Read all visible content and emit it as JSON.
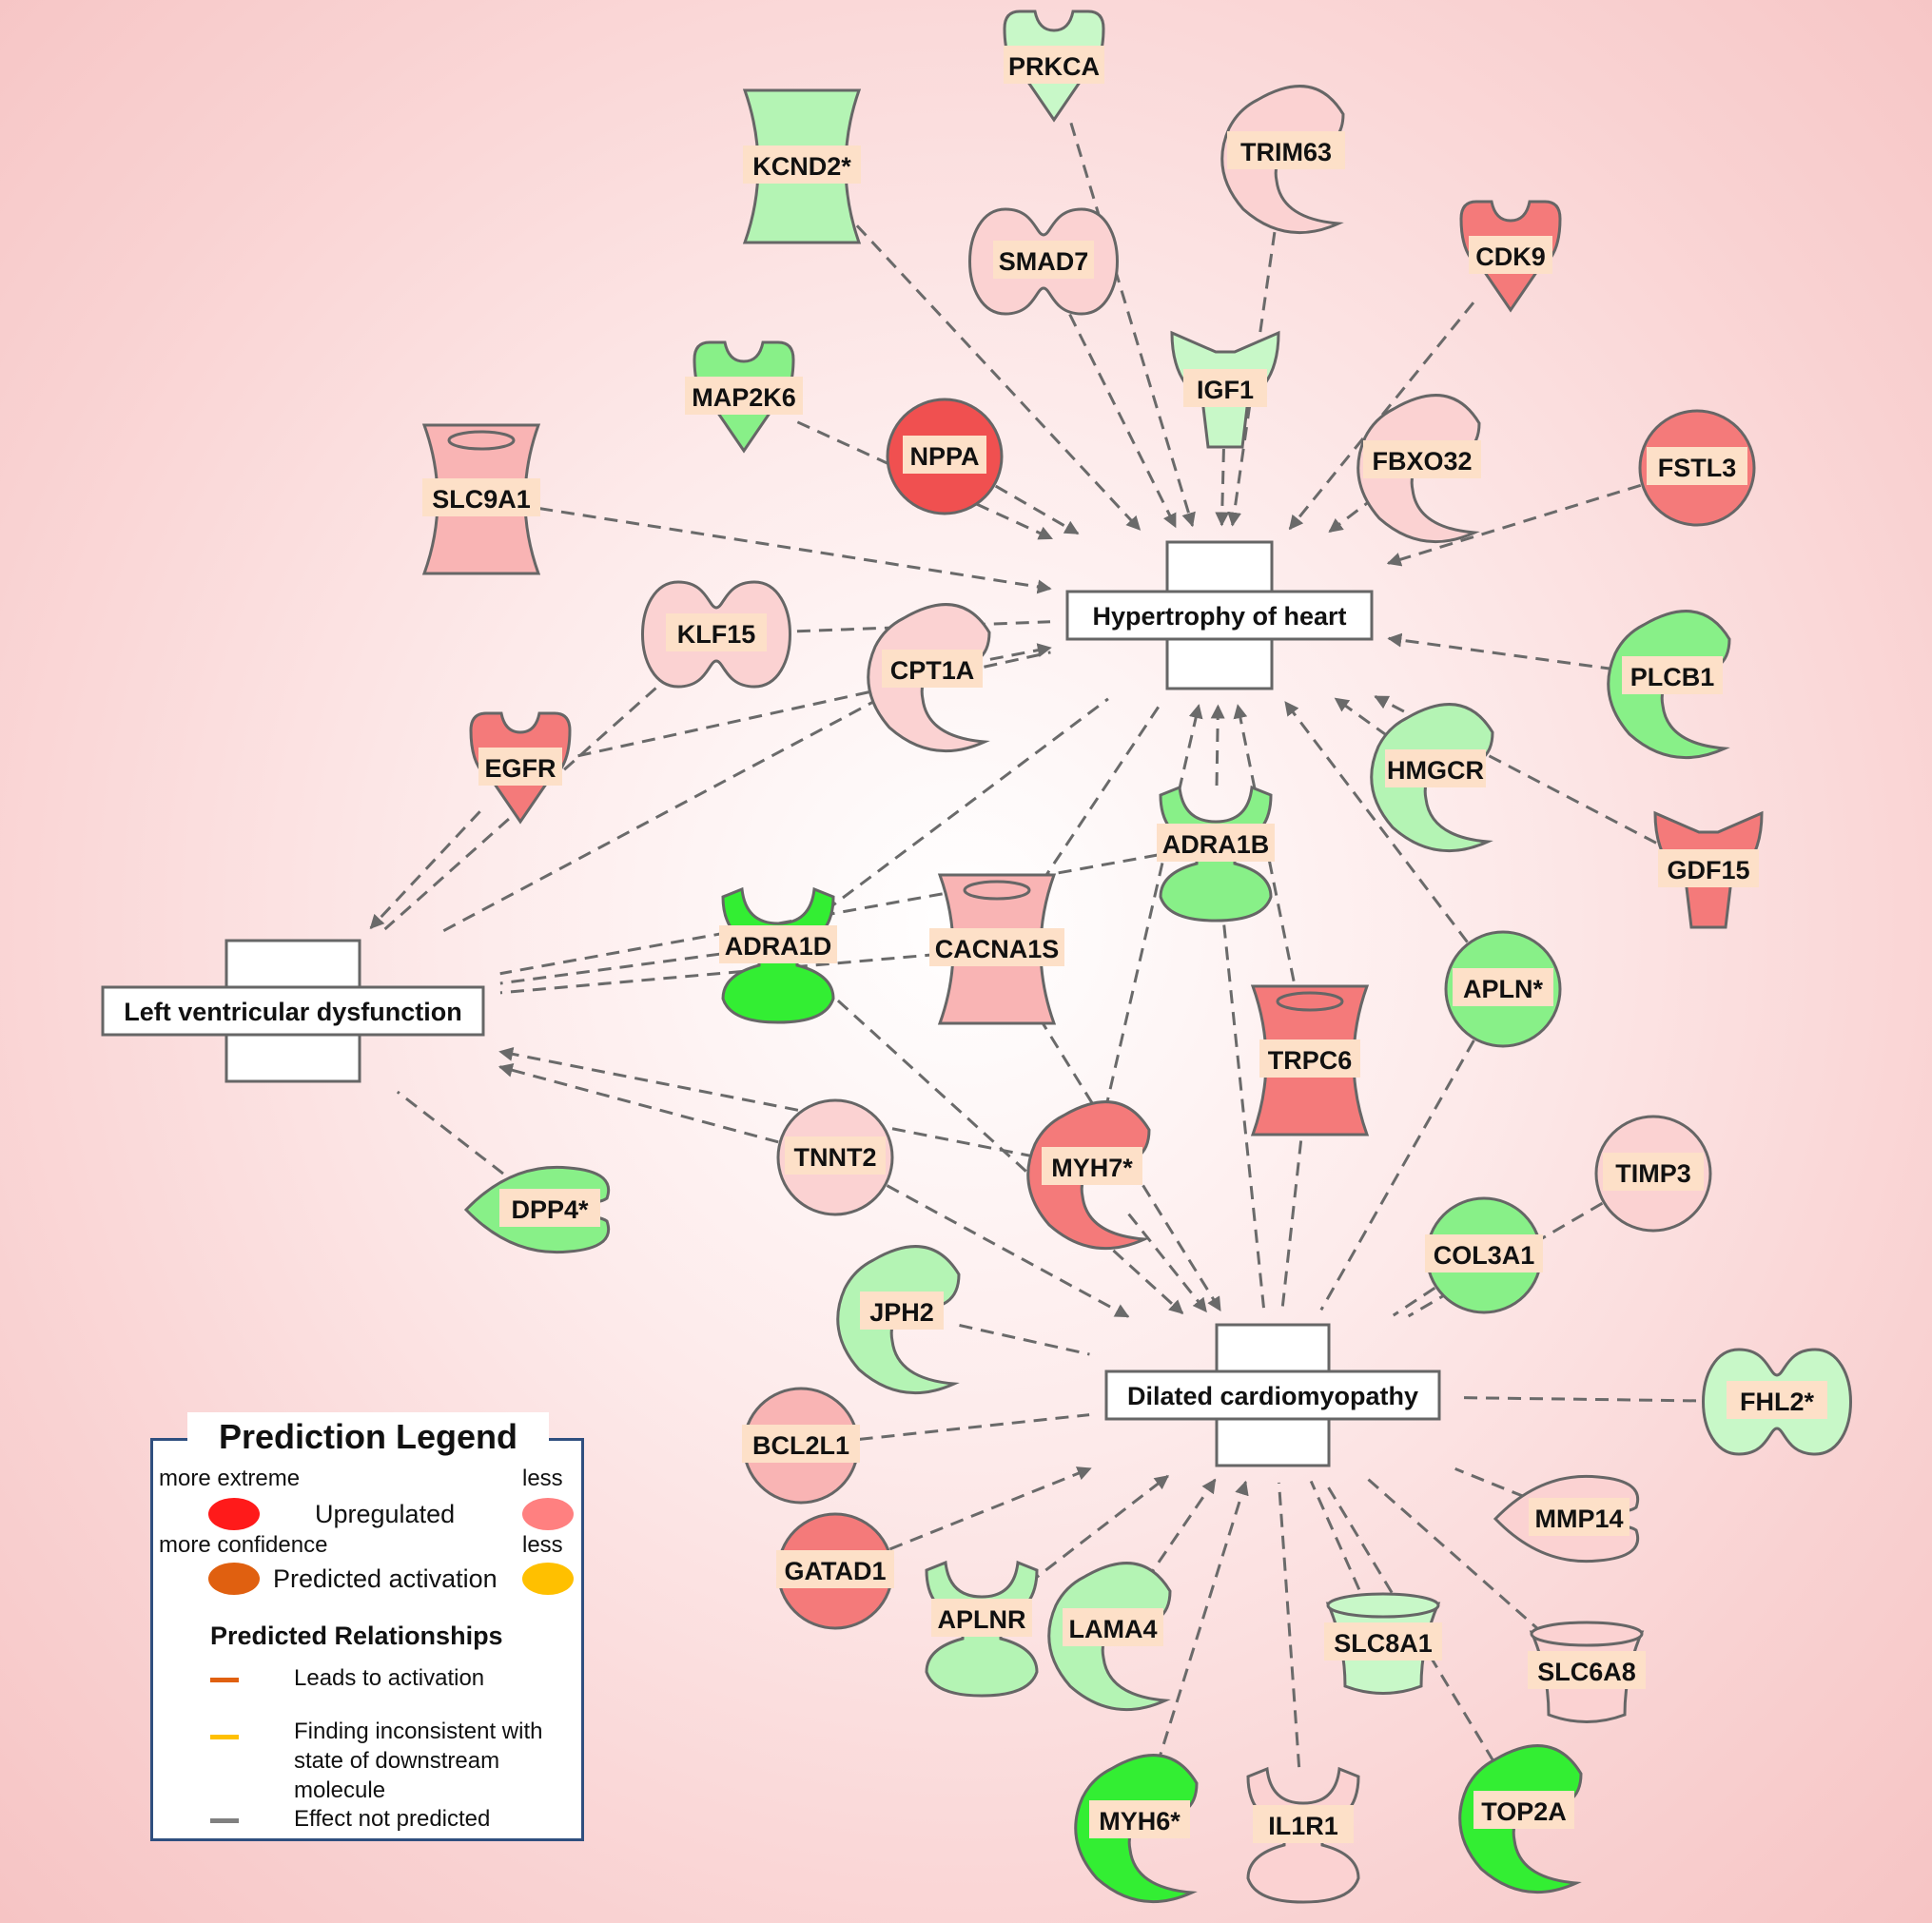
{
  "colors": {
    "red_strong": "#f05050",
    "red_mid": "#f47a7a",
    "red_light": "#f9b4b4",
    "pink_pale": "#fbd2d2",
    "green_strong": "#33ee33",
    "green_mid": "#88f088",
    "green_light": "#b4f4b4",
    "green_pale": "#c8f8c8",
    "label_bg": "#fde0c8",
    "edge": "#6a6a6a"
  },
  "function_nodes": [
    {
      "id": "hypertrophy",
      "label": "Hypertrophy of heart"
    },
    {
      "id": "lvd",
      "label": "Left ventricular dysfunction"
    },
    {
      "id": "dcm",
      "label": "Dilated cardiomyopathy"
    }
  ],
  "molecules": [
    {
      "id": "PRKCA",
      "label": "PRKCA",
      "shape": "kinase",
      "color": "green_pale"
    },
    {
      "id": "KCND2",
      "label": "KCND2*",
      "shape": "channel",
      "color": "green_light"
    },
    {
      "id": "TRIM63",
      "label": "TRIM63",
      "shape": "enzyme",
      "color": "pink_pale"
    },
    {
      "id": "SMAD7",
      "label": "SMAD7",
      "shape": "peanut",
      "color": "pink_pale"
    },
    {
      "id": "CDK9",
      "label": "CDK9",
      "shape": "kinase",
      "color": "red_mid"
    },
    {
      "id": "MAP2K6",
      "label": "MAP2K6",
      "shape": "kinase",
      "color": "green_mid"
    },
    {
      "id": "IGF1",
      "label": "IGF1",
      "shape": "vshape",
      "color": "green_pale"
    },
    {
      "id": "NPPA",
      "label": "NPPA",
      "shape": "circle",
      "color": "red_strong"
    },
    {
      "id": "FBXO32",
      "label": "FBXO32",
      "shape": "enzyme",
      "color": "pink_pale"
    },
    {
      "id": "FSTL3",
      "label": "FSTL3",
      "shape": "circle",
      "color": "red_mid"
    },
    {
      "id": "SLC9A1",
      "label": "SLC9A1",
      "shape": "transporter",
      "color": "red_light"
    },
    {
      "id": "KLF15",
      "label": "KLF15",
      "shape": "peanut",
      "color": "pink_pale"
    },
    {
      "id": "CPT1A",
      "label": "CPT1A",
      "shape": "enzyme",
      "color": "pink_pale"
    },
    {
      "id": "PLCB1",
      "label": "PLCB1",
      "shape": "enzyme",
      "color": "green_mid"
    },
    {
      "id": "EGFR",
      "label": "EGFR",
      "shape": "kinase",
      "color": "red_mid"
    },
    {
      "id": "HMGCR",
      "label": "HMGCR",
      "shape": "enzyme",
      "color": "green_light"
    },
    {
      "id": "ADRA1B",
      "label": "ADRA1B",
      "shape": "receptor",
      "color": "green_mid"
    },
    {
      "id": "GDF15",
      "label": "GDF15",
      "shape": "vshape",
      "color": "red_mid"
    },
    {
      "id": "ADRA1D",
      "label": "ADRA1D",
      "shape": "receptor",
      "color": "green_strong"
    },
    {
      "id": "CACNA1S",
      "label": "CACNA1S",
      "shape": "transporter",
      "color": "red_light"
    },
    {
      "id": "APLN",
      "label": "APLN*",
      "shape": "circle",
      "color": "green_mid"
    },
    {
      "id": "TRPC6",
      "label": "TRPC6",
      "shape": "transporter",
      "color": "red_mid"
    },
    {
      "id": "TNNT2",
      "label": "TNNT2",
      "shape": "circle",
      "color": "pink_pale"
    },
    {
      "id": "MYH7",
      "label": "MYH7*",
      "shape": "enzyme",
      "color": "red_mid"
    },
    {
      "id": "TIMP3",
      "label": "TIMP3",
      "shape": "circle",
      "color": "pink_pale"
    },
    {
      "id": "DPP4",
      "label": "DPP4*",
      "shape": "peptidase",
      "color": "green_mid"
    },
    {
      "id": "COL3A1",
      "label": "COL3A1",
      "shape": "circle",
      "color": "green_mid"
    },
    {
      "id": "JPH2",
      "label": "JPH2",
      "shape": "enzyme",
      "color": "green_light"
    },
    {
      "id": "FHL2",
      "label": "FHL2*",
      "shape": "peanut",
      "color": "green_pale"
    },
    {
      "id": "BCL2L1",
      "label": "BCL2L1",
      "shape": "circle",
      "color": "red_light"
    },
    {
      "id": "MMP14",
      "label": "MMP14",
      "shape": "peptidase",
      "color": "pink_pale"
    },
    {
      "id": "GATAD1",
      "label": "GATAD1",
      "shape": "circle",
      "color": "red_mid"
    },
    {
      "id": "APLNR",
      "label": "APLNR",
      "shape": "receptor",
      "color": "green_light"
    },
    {
      "id": "LAMA4",
      "label": "LAMA4",
      "shape": "enzyme",
      "color": "green_light"
    },
    {
      "id": "SLC8A1",
      "label": "SLC8A1",
      "shape": "cup",
      "color": "green_pale"
    },
    {
      "id": "SLC6A8",
      "label": "SLC6A8",
      "shape": "cup",
      "color": "pink_pale"
    },
    {
      "id": "MYH6",
      "label": "MYH6*",
      "shape": "enzyme",
      "color": "green_strong"
    },
    {
      "id": "IL1R1",
      "label": "IL1R1",
      "shape": "receptor",
      "color": "pink_pale"
    },
    {
      "id": "TOP2A",
      "label": "TOP2A",
      "shape": "enzyme",
      "color": "green_strong"
    }
  ],
  "edges": [
    [
      "PRKCA",
      "hypertrophy",
      "arrow"
    ],
    [
      "KCND2",
      "hypertrophy",
      "arrow"
    ],
    [
      "TRIM63",
      "hypertrophy",
      "arrow"
    ],
    [
      "SMAD7",
      "hypertrophy",
      "arrow"
    ],
    [
      "CDK9",
      "hypertrophy",
      "arrow"
    ],
    [
      "IGF1",
      "hypertrophy",
      "arrow"
    ],
    [
      "MAP2K6",
      "hypertrophy",
      "arrow"
    ],
    [
      "NPPA",
      "hypertrophy",
      "arrow"
    ],
    [
      "FBXO32",
      "hypertrophy",
      "arrow"
    ],
    [
      "FSTL3",
      "hypertrophy",
      "arrow"
    ],
    [
      "SLC9A1",
      "hypertrophy",
      "arrow"
    ],
    [
      "KLF15",
      "hypertrophy",
      "line"
    ],
    [
      "CPT1A",
      "hypertrophy",
      "arrow"
    ],
    [
      "PLCB1",
      "hypertrophy",
      "arrow"
    ],
    [
      "HMGCR",
      "hypertrophy",
      "arrow"
    ],
    [
      "GDF15",
      "hypertrophy",
      "arrow"
    ],
    [
      "ADRA1B",
      "hypertrophy",
      "arrow"
    ],
    [
      "APLN",
      "hypertrophy",
      "arrow"
    ],
    [
      "TRPC6",
      "hypertrophy",
      "arrow"
    ],
    [
      "MYH7",
      "hypertrophy",
      "arrow"
    ],
    [
      "ADRA1D",
      "hypertrophy",
      "line"
    ],
    [
      "CACNA1S",
      "hypertrophy",
      "line"
    ],
    [
      "EGFR",
      "hypertrophy",
      "line"
    ],
    [
      "EGFR",
      "lvd",
      "arrow"
    ],
    [
      "KLF15",
      "lvd",
      "line"
    ],
    [
      "CPT1A",
      "lvd",
      "line"
    ],
    [
      "ADRA1D",
      "lvd",
      "line"
    ],
    [
      "CACNA1S",
      "lvd",
      "line"
    ],
    [
      "ADRA1B",
      "lvd",
      "line"
    ],
    [
      "TNNT2",
      "lvd",
      "arrow"
    ],
    [
      "MYH7",
      "lvd",
      "arrow"
    ],
    [
      "DPP4",
      "lvd",
      "line"
    ],
    [
      "ADRA1B",
      "dcm",
      "line"
    ],
    [
      "ADRA1D",
      "dcm",
      "arrow"
    ],
    [
      "CACNA1S",
      "dcm",
      "arrow"
    ],
    [
      "TNNT2",
      "dcm",
      "arrow"
    ],
    [
      "MYH7",
      "dcm",
      "arrow"
    ],
    [
      "APLN",
      "dcm",
      "line"
    ],
    [
      "TRPC6",
      "dcm",
      "line"
    ],
    [
      "COL3A1",
      "dcm",
      "line"
    ],
    [
      "TIMP3",
      "dcm",
      "line"
    ],
    [
      "JPH2",
      "dcm",
      "line"
    ],
    [
      "FHL2",
      "dcm",
      "line"
    ],
    [
      "BCL2L1",
      "dcm",
      "line"
    ],
    [
      "MMP14",
      "dcm",
      "line"
    ],
    [
      "GATAD1",
      "dcm",
      "arrow"
    ],
    [
      "APLNR",
      "dcm",
      "arrow"
    ],
    [
      "LAMA4",
      "dcm",
      "arrow"
    ],
    [
      "SLC8A1",
      "dcm",
      "line"
    ],
    [
      "SLC6A8",
      "dcm",
      "line"
    ],
    [
      "MYH6",
      "dcm",
      "arrow"
    ],
    [
      "IL1R1",
      "dcm",
      "line"
    ],
    [
      "TOP2A",
      "dcm",
      "line"
    ]
  ],
  "legend": {
    "title": "Prediction Legend",
    "more_extreme": "more extreme",
    "less_1": "less",
    "upregulated": "Upregulated",
    "more_confidence": "more confidence",
    "less_2": "less",
    "predicted_activation": "Predicted activation",
    "relationships_title": "Predicted Relationships",
    "leads_to_activation": "Leads to activation",
    "inconsistent_1": "Finding  inconsistent with",
    "inconsistent_2": "state of downstream",
    "inconsistent_3": "molecule",
    "effect_not_predicted": "Effect not predicted",
    "color_up_strong": "#ff1a1a",
    "color_up_light": "#ff8080",
    "color_act_strong": "#e06010",
    "color_act_light": "#ffc000",
    "color_line_activation": "#e06010",
    "color_line_inconsistent": "#ffc000",
    "color_line_none": "#808080"
  }
}
